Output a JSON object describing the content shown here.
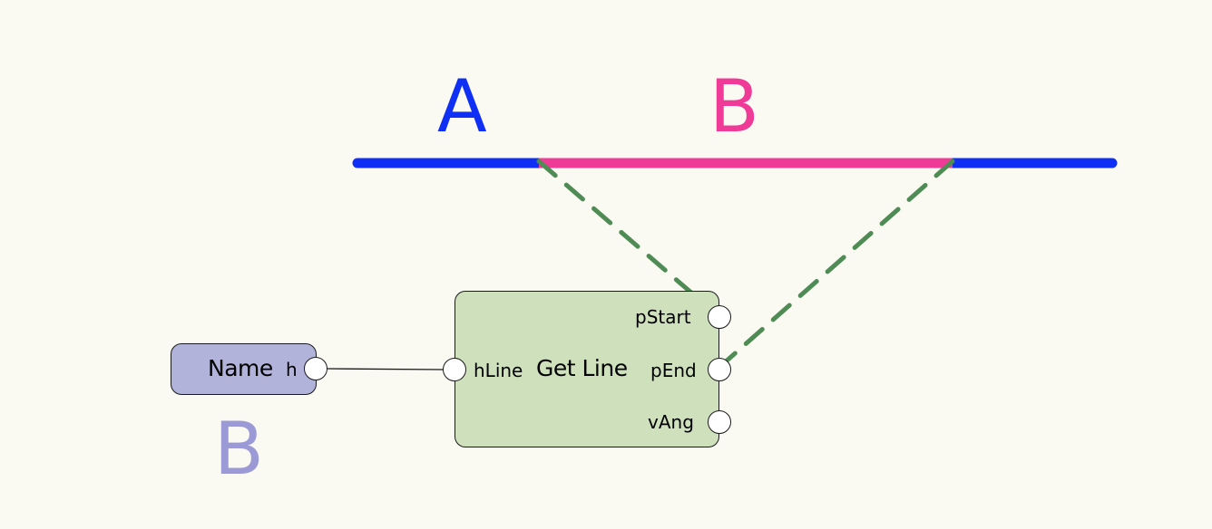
{
  "labels": {
    "segment_a": "A",
    "segment_b": "B",
    "node_b": "B"
  },
  "colors": {
    "background": "#faf9f2",
    "line_a": "#0f2ff5",
    "line_b": "#ef3a98",
    "node_b_label": "#9b9ad7",
    "dashed": "#4f8b54",
    "name_node_fill": "#b2b3da",
    "getline_node_fill": "#cfe0bd"
  },
  "name_node": {
    "title": "Name",
    "output_port": "h"
  },
  "getline_node": {
    "title": "Get Line",
    "input_port": "hLine",
    "output_ports": {
      "p_start": "pStart",
      "p_end": "pEnd",
      "v_ang": "vAng"
    }
  }
}
